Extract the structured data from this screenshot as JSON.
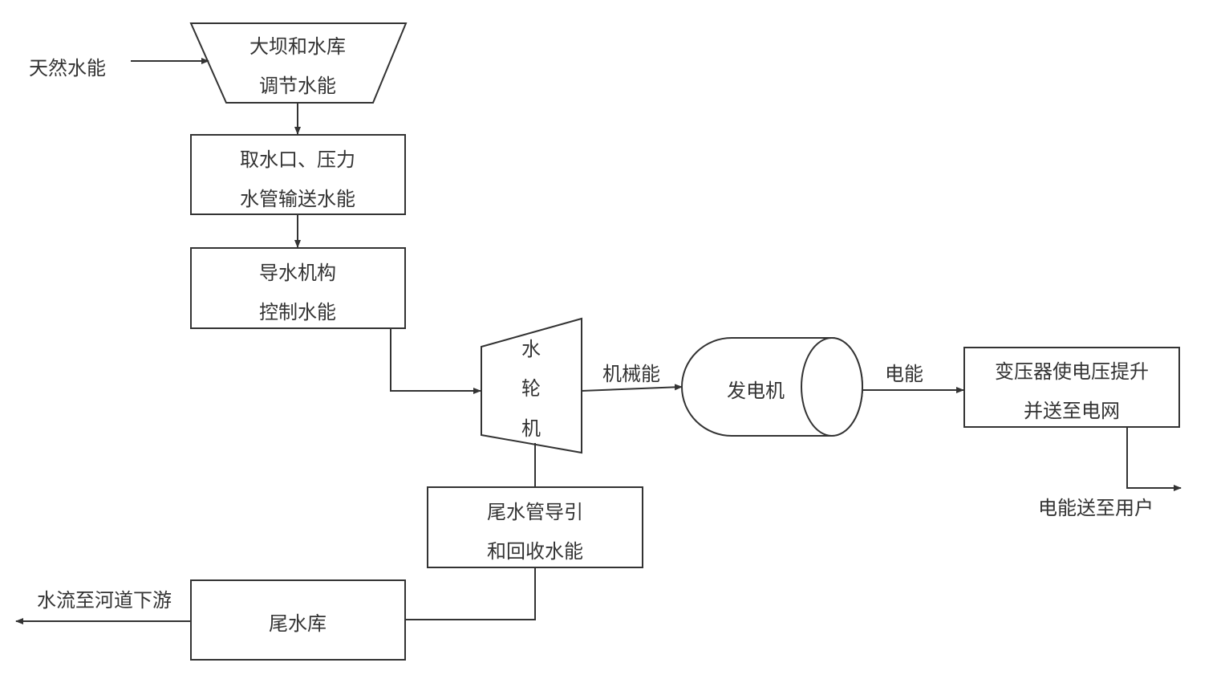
{
  "input_label": "天然水能",
  "dam": {
    "line1": "大坝和水库",
    "line2": "调节水能"
  },
  "intake": {
    "line1": "取水口、压力",
    "line2": "水管输送水能"
  },
  "guide": {
    "line1": "导水机构",
    "line2": "控制水能"
  },
  "turbine": {
    "chars": [
      "水",
      "轮",
      "机"
    ]
  },
  "mechanical_label": "机械能",
  "generator": {
    "label": "发电机"
  },
  "electric_label": "电能",
  "transformer": {
    "line1": "变压器使电压提升",
    "line2": "并送至电网"
  },
  "to_user_label": "电能送至用户",
  "draft_tube": {
    "line1": "尾水管导引",
    "line2": "和回收水能"
  },
  "tailrace": {
    "label": "尾水库"
  },
  "downstream_label": "水流至河道下游",
  "colors": {
    "stroke": "#333333",
    "text": "#333333",
    "background": "#ffffff"
  }
}
